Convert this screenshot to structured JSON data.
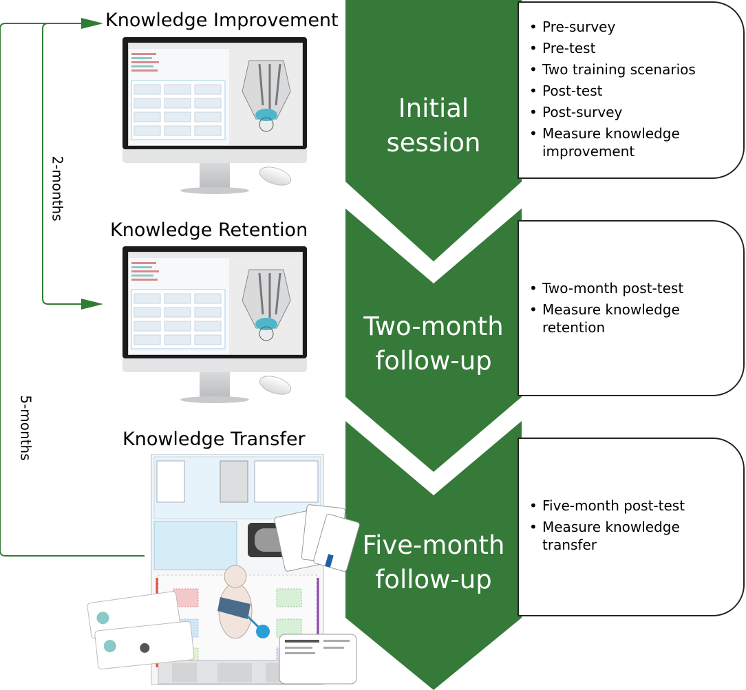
{
  "stages": [
    {
      "title": "Knowledge Improvement",
      "phase_label": "Initial session",
      "phase_lines": [
        "Initial",
        "session"
      ],
      "items": [
        "Pre-survey",
        "Pre-test",
        "Two training scenarios",
        "Post-test",
        "Post-survey",
        "Measure knowledge improvement"
      ]
    },
    {
      "title": "Knowledge Retention",
      "phase_label": "Two-month follow-up",
      "phase_lines": [
        "Two-month",
        "follow-up"
      ],
      "items": [
        "Two-month post-test",
        "Measure knowledge retention"
      ]
    },
    {
      "title": "Knowledge Transfer",
      "phase_label": "Five-month follow-up",
      "phase_lines": [
        "Five-month",
        "follow-up"
      ],
      "items": [
        "Five-month post-test",
        "Measure knowledge transfer"
      ]
    }
  ],
  "intervals": {
    "short": "2-months",
    "long": "5-months"
  },
  "colors": {
    "chevron_green": "#357a38",
    "arrow_green": "#2e7d32",
    "card_border": "#222222"
  }
}
